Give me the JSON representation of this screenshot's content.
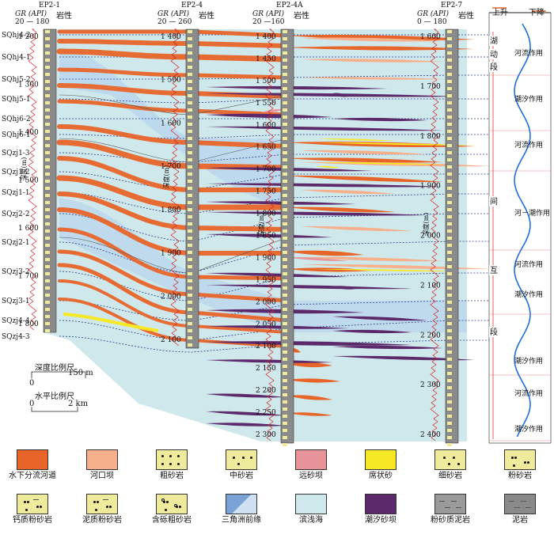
{
  "wells": [
    {
      "name": "EP2-1",
      "gr_label": "GR (API)",
      "gr_range": "20 — 180",
      "litho_label": "岩性",
      "depth_label": "深度(m)",
      "ticks": [
        "1 200",
        "1 300",
        "1 400",
        "1 500",
        "1 600",
        "1 700",
        "1 800"
      ]
    },
    {
      "name": "EP2-4",
      "gr_label": "GR (API)",
      "gr_range": "20 — 260",
      "litho_label": "岩性",
      "depth_label": "深度(m)",
      "ticks": [
        "1 400",
        "1 500",
        "1 600",
        "1 700",
        "1 800",
        "1 900",
        "2 000",
        "2 100"
      ]
    },
    {
      "name": "EP2-4A",
      "gr_label": "GR (API)",
      "gr_range": "20 —160",
      "litho_label": "岩性",
      "depth_label": "深度(m)",
      "ticks": [
        "1 400",
        "1 450",
        "1 500",
        "1 550",
        "1 600",
        "1 650",
        "1 700",
        "1 750",
        "1 800",
        "1 850",
        "1 900",
        "1 950",
        "2 000",
        "2 050",
        "2 100",
        "2 150",
        "2 200",
        "2 250",
        "2 300"
      ]
    },
    {
      "name": "EP2-7",
      "gr_label": "GR (API)",
      "gr_range": "0 — 180",
      "litho_label": "岩性",
      "depth_label": "深度(m)",
      "ticks": [
        "1 600",
        "1 700",
        "1 800",
        "1 900",
        "2 000",
        "2 100",
        "2 200",
        "2 300",
        "2 400"
      ]
    }
  ],
  "sequences": [
    "SQhj4-2",
    "SQhj4-1",
    "SQhj5-2",
    "SQhj5-1",
    "SQhj6-2",
    "SQhj6-1",
    "SQzj1-3",
    "SQzj1-2",
    "SQzj1-1",
    "SQzj2-2",
    "SQzj2-1",
    "SQzj3-2",
    "SQzj3-1",
    "SQzj4-4",
    "SQzj4-3"
  ],
  "scale": {
    "depth_title": "深度比例尺",
    "depth_min": "0",
    "depth_max": "150 m",
    "horiz_title": "水平比例尺",
    "horiz_min": "0",
    "horiz_max": "2 km"
  },
  "lake_curve": {
    "rise_label": "上升",
    "fall_label": "下降",
    "stage_chars": [
      "湖",
      "动",
      "段",
      "间",
      "互",
      "段"
    ],
    "intervals": [
      "河流作用",
      "潮汐作用",
      "河流作用",
      "河－潮作用",
      "河流作用",
      "潮汐作用",
      "潮汐作用",
      "河流作用",
      "潮汐作用"
    ]
  },
  "legend": [
    {
      "label": "水下分流河道",
      "pattern": "orange",
      "color": "#e8652a"
    },
    {
      "label": "河口坝",
      "pattern": "salmon",
      "color": "#f7b08c"
    },
    {
      "label": "粗砂岩",
      "pattern": "coarse",
      "color": "#eeeb9c"
    },
    {
      "label": "中砂岩",
      "pattern": "medium",
      "color": "#eeeb9c"
    },
    {
      "label": "远砂坝",
      "pattern": "pink",
      "color": "#e8939a"
    },
    {
      "label": "席状砂",
      "pattern": "yellow",
      "color": "#f7e826"
    },
    {
      "label": "细砂岩",
      "pattern": "fine",
      "color": "#eeeb9c"
    },
    {
      "label": "粉砂岩",
      "pattern": "silt",
      "color": "#eeeb9c"
    },
    {
      "label": "钙质粉砂岩",
      "pattern": "calcsilt",
      "color": "#eeeb9c"
    },
    {
      "label": "泥质粉砂岩",
      "pattern": "mudsilt",
      "color": "#eeeb9c"
    },
    {
      "label": "含砾粗砂岩",
      "pattern": "pebble",
      "color": "#eeeb9c"
    },
    {
      "label": "三角洲前缘",
      "pattern": "front",
      "color": "#a9c6e8"
    },
    {
      "label": "滨浅海",
      "pattern": "shallow",
      "color": "#cfe8ec"
    },
    {
      "label": "潮汐砂坝",
      "pattern": "purple",
      "color": "#5c2a6b"
    },
    {
      "label": "粉砂质泥岩",
      "pattern": "siltmud",
      "color": "#9a9a9a"
    },
    {
      "label": "泥岩",
      "pattern": "mud",
      "color": "#8a8a8a"
    }
  ]
}
